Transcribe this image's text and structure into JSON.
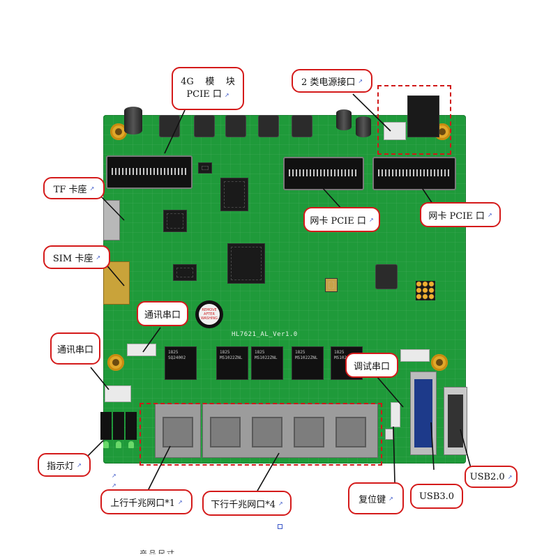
{
  "board": {
    "silkscreen": "HL7621_AL_Ver1.0",
    "buzzer_sticker": [
      "REMOVE",
      "AFTER",
      "WASHING"
    ],
    "magnetics_labels": [
      [
        "1825",
        "SQ24002"
      ],
      [
        "1825",
        "MS1022ZNL"
      ],
      [
        "1825",
        "MS1022ZNL"
      ],
      [
        "1825",
        "MS1022ZNL"
      ],
      [
        "1825",
        "MS1022ZNL"
      ]
    ]
  },
  "callouts": {
    "module_4g": {
      "line1": "4G    模    块",
      "line2": "PCIE 口"
    },
    "power_port": "2 类电源接口",
    "tf_slot": "TF 卡座",
    "sim_slot": "SIM 卡座",
    "nic_pcie_left": "网卡 PCIE 口",
    "nic_pcie_right": "网卡 PCIE 口",
    "comm_serial_top": "通讯串口",
    "comm_serial_left": "通讯串口",
    "debug_serial": "调试串口",
    "indicator_light": "指示灯",
    "uplink_gbe": "上行千兆网口*1",
    "downlink_gbe": "下行千兆网口*4",
    "reset_key": "复位键",
    "usb3": "USB3.0",
    "usb2": "USB2.0"
  },
  "marker_glyph": "↗",
  "bottom_caption": "产品尺寸"
}
